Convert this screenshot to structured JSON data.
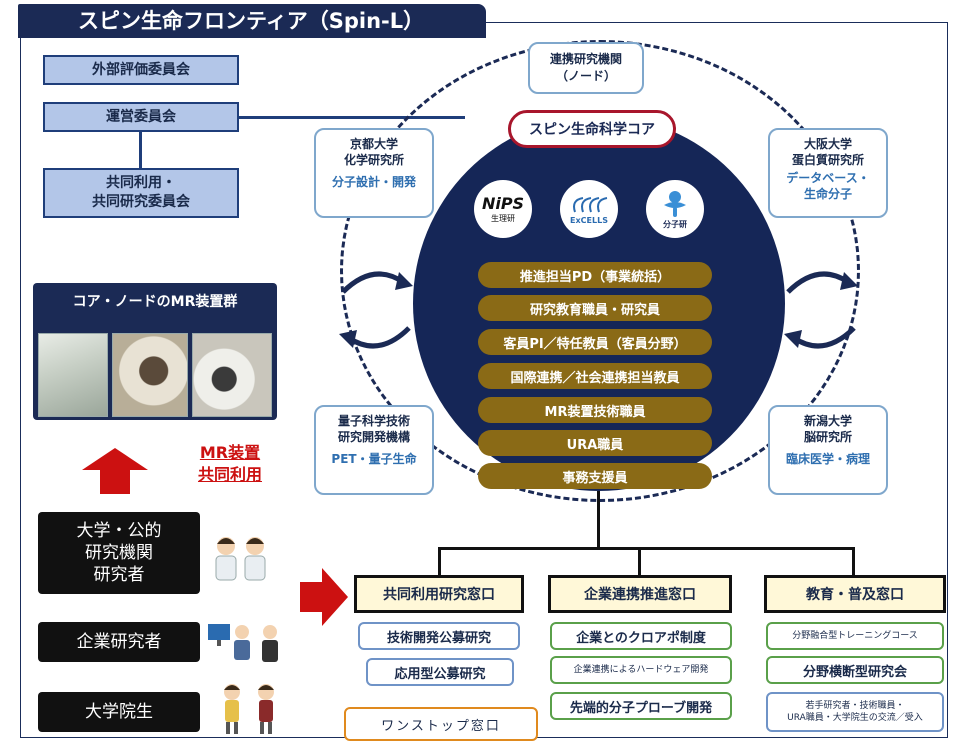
{
  "title": "スピン生命フロンティア（Spin-L）",
  "committees": [
    "外部評価委員会",
    "運営委員会",
    "共同利用・\n共同研究委員会"
  ],
  "mr_panel": {
    "title": "コア・ノードのMR装置群"
  },
  "mr_share": "MR装置\n共同利用",
  "users": [
    "大学・公的\n研究機関\n研究者",
    "企業研究者",
    "大学院生"
  ],
  "node_top": "連携研究機関\n（ノード）",
  "core": {
    "title": "スピン生命科学コア",
    "logos": [
      {
        "mark": "NiPS",
        "label": "生理研",
        "color": "#111111"
      },
      {
        "mark": "ExCELLS",
        "label": "ExCELLS",
        "color": "#2a6bb0"
      },
      {
        "mark": "",
        "label": "分子研",
        "color": "#3a8fd6"
      }
    ],
    "staff": [
      "推進担当PD（事業統括）",
      "研究教育職員・研究員",
      "客員PI／特任教員（客員分野）",
      "国際連携／社会連携担当教員",
      "MR装置技術職員",
      "URA職員",
      "事務支援員"
    ]
  },
  "nodes": [
    {
      "name": "京都大学\n化学研究所",
      "field": "分子設計・開発"
    },
    {
      "name": "大阪大学\n蛋白質研究所",
      "field": "データベース・\n生命分子"
    },
    {
      "name": "量子科学技術\n研究開発機構",
      "field": "PET・量子生命"
    },
    {
      "name": "新潟大学\n脳研究所",
      "field": "臨床医学・病理"
    }
  ],
  "windows": [
    {
      "title": "共同利用研究窓口",
      "items": [
        "技術開発公募研究",
        "応用型公募研究"
      ]
    },
    {
      "title": "企業連携推進窓口",
      "items": [
        "企業とのクロアポ制度",
        "企業連携によるハードウェア開発",
        "先端的分子プローブ開発"
      ]
    },
    {
      "title": "教育・普及窓口",
      "items": [
        "分野融合型トレーニングコース",
        "分野横断型研究会",
        "若手研究者・技術職員・\nURA職員・大学院生の交流／受入"
      ]
    }
  ],
  "onestop": "ワンストップ窓口",
  "colors": {
    "navy": "#1b2a55",
    "gold": "#8a6a16",
    "red": "#cc1111",
    "accent_red": "#a8162c"
  }
}
